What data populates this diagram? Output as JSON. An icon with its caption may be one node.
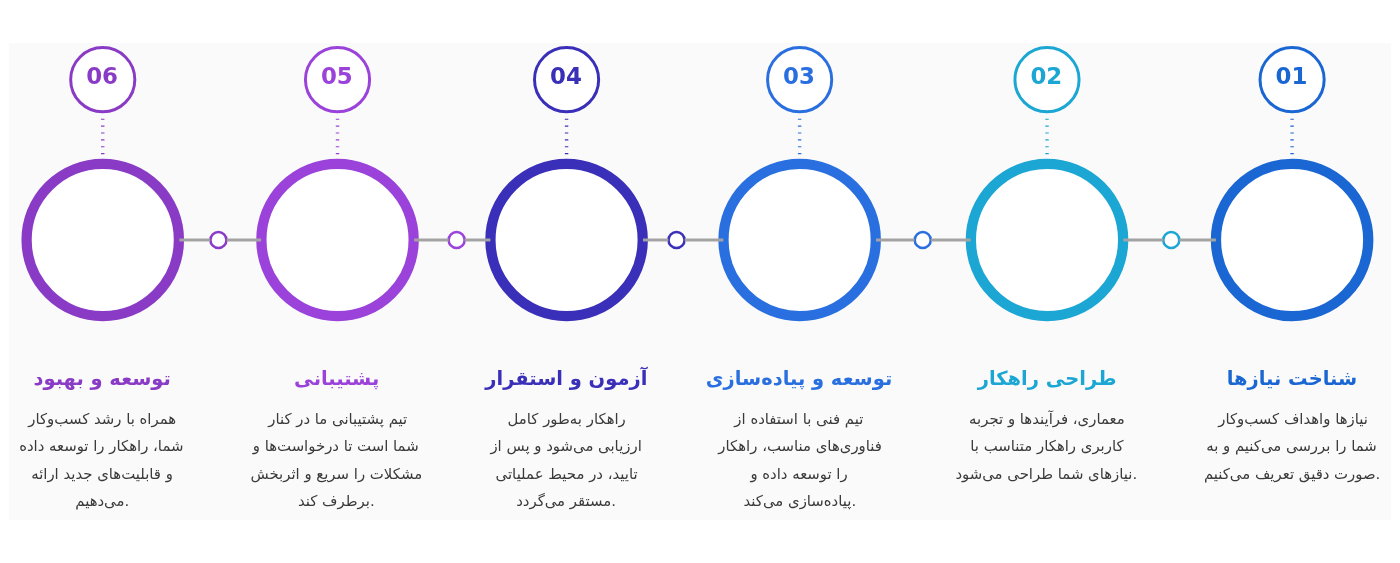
{
  "diagram": {
    "nodes": [
      {
        "text": [
          "01"
        ]
      },
      {
        "text": [
          "02"
        ]
      },
      {
        "text": [
          "03"
        ]
      },
      {
        "text": [
          "04"
        ]
      },
      {
        "text": [
          "05"
        ]
      },
      {
        "text": [
          "06"
        ]
      },
      {
        "text": [],
        "shape": "circle",
        "beside": [
          "شناخت نیازها",
          "نیازها واهداف کسب‌وکار شما را بررسی می‌کنیم و به صورت دقیق تعریف می‌کنیم."
        ]
      },
      {
        "text": [],
        "shape": "circle",
        "beside": [
          "طراحی راهکار",
          "معماری، فرآیندها و تجربه کاربری راهکار متناسب با نیازهای شما طراحی می‌شود."
        ]
      },
      {
        "text": [],
        "shape": "circle",
        "beside": [
          "توسعه و پیاده‌سازی",
          "تیم فنی با استفاده از فناوری‌های مناسب، راهکار را توسعه داده و پیاده‌سازی می‌کند."
        ]
      },
      {
        "text": [],
        "shape": "circle",
        "beside": [
          "آزمون و استقرار",
          "راهکار به‌طور کامل ارزیابی می‌شود و پس از تایید، در محیط عملیاتی مستقر می‌گردد."
        ]
      },
      {
        "text": [],
        "shape": "circle",
        "beside": [
          "پشتیبانی",
          "تیم پشتیبانی ما در کنار شما است تا درخواست‌ها و مشکلات را سریع و اثربخش برطرف کند."
        ]
      },
      {
        "text": [],
        "shape": "circle",
        "beside": [
          "توسعه و بهبود",
          "همراه با رشد کسب‌وکار شما، راهکار را توسعه داده و قابلیت‌های جدید ارائه می‌دهیم."
        ]
      },
      {
        "text": [],
        "shape": "circle"
      },
      {
        "text": [],
        "shape": "circle"
      },
      {
        "text": [],
        "shape": "circle"
      },
      {
        "text": [],
        "shape": "circle"
      },
      {
        "text": [],
        "shape": "circle"
      }
    ],
    "edges": [
      {
        "from": 0,
        "to": 6,
        "arrow": "none",
        "style": "dashed",
        "color": "#1a66d2"
      },
      {
        "from": 1,
        "to": 7,
        "arrow": "none",
        "style": "dashed",
        "color": "#1ba6d4"
      },
      {
        "from": 2,
        "to": 8,
        "arrow": "none",
        "style": "dashed",
        "color": "#2a6fe0"
      },
      {
        "from": 3,
        "to": 9,
        "arrow": "none",
        "style": "dashed",
        "color": "#3a2fb8"
      },
      {
        "from": 4,
        "to": 10,
        "arrow": "none",
        "style": "dashed",
        "color": "#9a42da"
      },
      {
        "from": 5,
        "to": 11,
        "arrow": "none",
        "style": "dashed",
        "color": "#8a3bc6"
      },
      {
        "from": 6,
        "to": 12,
        "arrow": "none"
      },
      {
        "from": 12,
        "to": 7,
        "arrow": "none"
      },
      {
        "from": 7,
        "to": 13,
        "arrow": "none"
      },
      {
        "from": 13,
        "to": 8,
        "arrow": "none"
      },
      {
        "from": 8,
        "to": 14,
        "arrow": "none"
      },
      {
        "from": 14,
        "to": 9,
        "arrow": "none"
      },
      {
        "from": 9,
        "to": 15,
        "arrow": "none"
      },
      {
        "from": 15,
        "to": 10,
        "arrow": "none"
      },
      {
        "from": 10,
        "to": 16,
        "arrow": "none"
      },
      {
        "from": 16,
        "to": 11,
        "arrow": "none"
      }
    ]
  }
}
